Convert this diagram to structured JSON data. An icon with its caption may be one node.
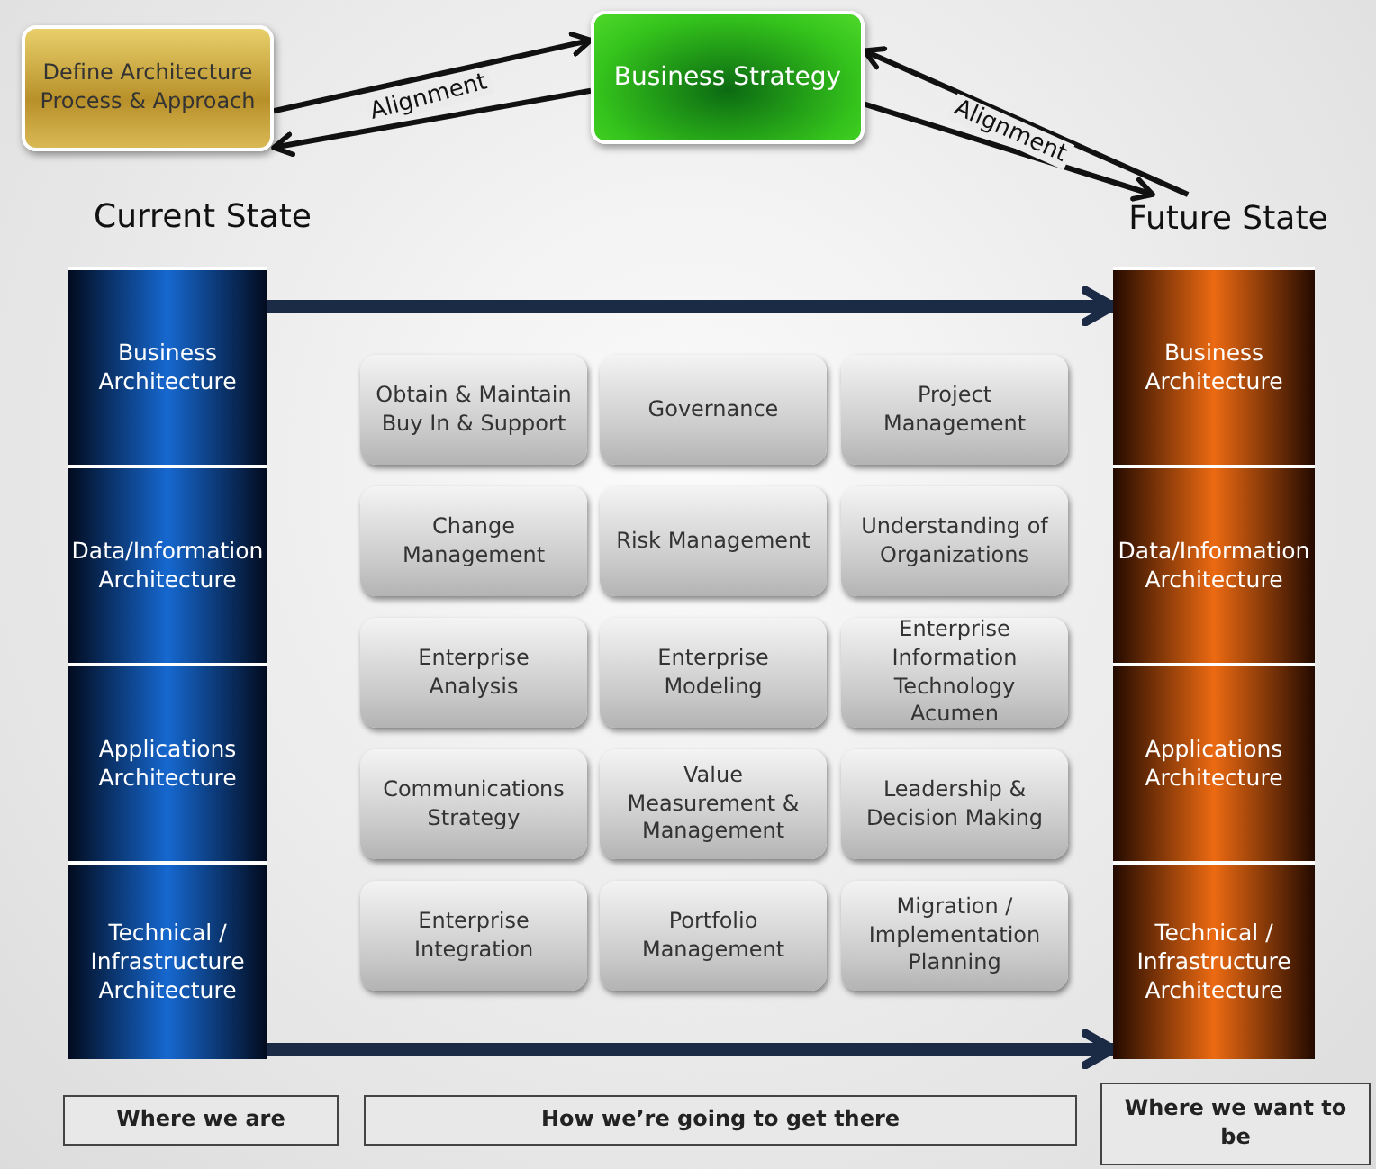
{
  "diagram": {
    "nodes": [
      {
        "text": [
          "Define Architecture Process & Approach"
        ]
      },
      {
        "text": [
          "Business Strategy"
        ]
      },
      {
        "text": [
          "Future State"
        ]
      },
      {
        "text": [
          "Business Architecture"
        ]
      },
      {
        "text": [
          "Data/Information Architecture"
        ]
      },
      {
        "text": [
          "Applications Architecture"
        ]
      },
      {
        "text": [
          "Technical / Infrastructure Architecture"
        ]
      },
      {
        "text": [
          "Business Architecture"
        ]
      },
      {
        "text": [
          "Data/Information Architecture"
        ]
      },
      {
        "text": [
          "Applications Architecture"
        ]
      },
      {
        "text": [
          "Technical / Infrastructure Architecture"
        ]
      },
      {
        "text": [
          "Obtain & Maintain Buy In & Support"
        ]
      },
      {
        "text": [
          "Governance"
        ]
      },
      {
        "text": [
          "Project Management"
        ]
      },
      {
        "text": [
          "Change Management"
        ]
      },
      {
        "text": [
          "Risk Management"
        ]
      },
      {
        "text": [
          "Understanding of Organizations"
        ]
      },
      {
        "text": [
          "Enterprise Analysis"
        ]
      },
      {
        "text": [
          "Enterprise Modeling"
        ]
      },
      {
        "text": [
          "Enterprise Information Technology Acumen"
        ]
      },
      {
        "text": [
          "Communications Strategy"
        ]
      },
      {
        "text": [
          "Value Measurement & Management"
        ]
      },
      {
        "text": [
          "Leadership & Decision Making"
        ]
      },
      {
        "text": [
          "Enterprise Integration"
        ]
      },
      {
        "text": [
          "Portfolio Management"
        ]
      },
      {
        "text": [
          "Migration / Implementation Planning"
        ]
      },
      {
        "text": [
          "Where we are"
        ]
      },
      {
        "text": [
          "How we’re going to get there"
        ]
      },
      {
        "text": [
          "Where we want to be"
        ]
      }
    ],
    "edges": [
      {
        "from": 0,
        "to": 1,
        "arrow": "to",
        "label": "Alignment"
      },
      {
        "from": 1,
        "to": 0,
        "arrow": "to"
      },
      {
        "from": 2,
        "to": 1,
        "arrow": "to",
        "label": "Alignment"
      },
      {
        "from": 1,
        "to": 2,
        "arrow": "to"
      },
      {
        "from": 3,
        "to": 7,
        "arrow": "to",
        "style": "thick",
        "color": "#1b2a45"
      },
      {
        "from": 6,
        "to": 10,
        "arrow": "to",
        "style": "thick",
        "color": "#1b2a45"
      }
    ],
    "labels": [
      "Current State"
    ]
  }
}
